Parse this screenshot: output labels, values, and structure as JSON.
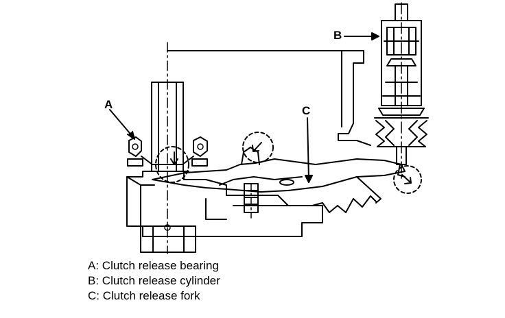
{
  "callouts": {
    "a": "A",
    "b": "B",
    "c": "C"
  },
  "legend": [
    {
      "key": "A:",
      "text": "Clutch release bearing"
    },
    {
      "key": "B:",
      "text": "Clutch release cylinder"
    },
    {
      "key": "C:",
      "text": "Clutch release fork"
    }
  ]
}
